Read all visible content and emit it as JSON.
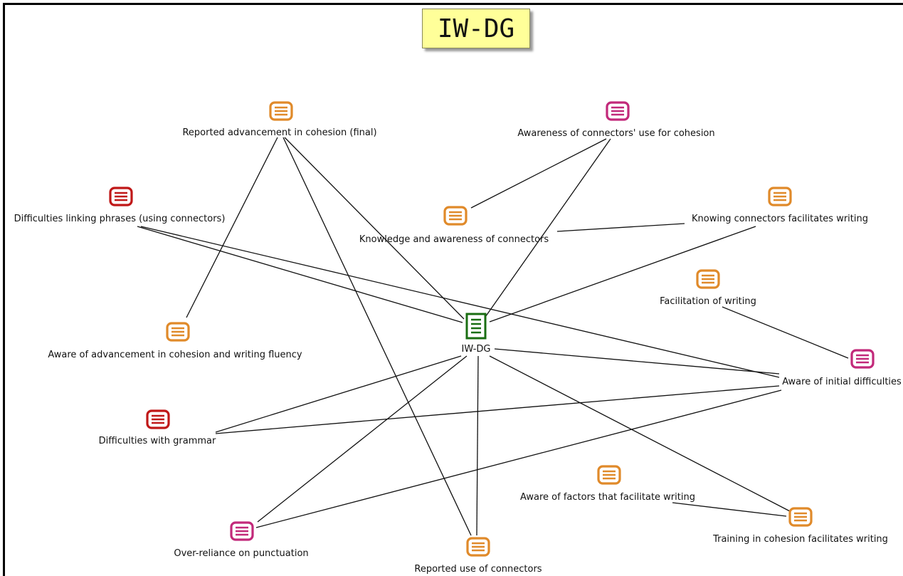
{
  "title": "IW-DG",
  "colors": {
    "orange": "#e08a2a",
    "magenta": "#c2297a",
    "red": "#c01818",
    "green": "#1a6e12",
    "edge": "#111111",
    "title_bg": "#ffff99"
  },
  "nodes": [
    {
      "id": "center",
      "label": "IW-DG",
      "icon": "document-lines-icon",
      "color": "green"
    },
    {
      "id": "n1",
      "label": "Reported advancement in cohesion (final)",
      "icon": "memo-icon",
      "color": "orange"
    },
    {
      "id": "n2",
      "label": "Awareness of connectors' use for cohesion",
      "icon": "memo-icon",
      "color": "magenta"
    },
    {
      "id": "n3",
      "label": "Difficulties linking phrases (using connectors)",
      "icon": "memo-icon",
      "color": "red"
    },
    {
      "id": "n4",
      "label": "Knowledge and awareness of connectors",
      "icon": "memo-icon",
      "color": "orange"
    },
    {
      "id": "n5",
      "label": "Knowing connectors facilitates writing",
      "icon": "memo-icon",
      "color": "orange"
    },
    {
      "id": "n6",
      "label": "Facilitation of writing",
      "icon": "memo-icon",
      "color": "orange"
    },
    {
      "id": "n7",
      "label": "Aware of advancement in cohesion and writing fluency",
      "icon": "memo-icon",
      "color": "orange"
    },
    {
      "id": "n8",
      "label": "Aware of initial difficulties",
      "icon": "memo-icon",
      "color": "magenta"
    },
    {
      "id": "n9",
      "label": "Difficulties with grammar",
      "icon": "memo-icon",
      "color": "red"
    },
    {
      "id": "n10",
      "label": "Aware of factors that facilitate writing",
      "icon": "memo-icon",
      "color": "orange"
    },
    {
      "id": "n11",
      "label": "Training in cohesion facilitates writing",
      "icon": "memo-icon",
      "color": "orange"
    },
    {
      "id": "n12",
      "label": "Over-reliance on punctuation",
      "icon": "memo-icon",
      "color": "magenta"
    },
    {
      "id": "n13",
      "label": "Reported use of connectors",
      "icon": "memo-icon",
      "color": "orange"
    }
  ],
  "edges": [
    [
      "n1",
      "n7"
    ],
    [
      "n1",
      "center"
    ],
    [
      "n1",
      "n13"
    ],
    [
      "n2",
      "n4"
    ],
    [
      "n2",
      "center"
    ],
    [
      "n4",
      "n5"
    ],
    [
      "n3",
      "center"
    ],
    [
      "n3",
      "n8"
    ],
    [
      "n5",
      "center"
    ],
    [
      "n6",
      "n8"
    ],
    [
      "center",
      "n8"
    ],
    [
      "center",
      "n9"
    ],
    [
      "center",
      "n12"
    ],
    [
      "center",
      "n13"
    ],
    [
      "center",
      "n11"
    ],
    [
      "n8",
      "n9"
    ],
    [
      "n8",
      "n12"
    ],
    [
      "n10",
      "n11"
    ]
  ]
}
